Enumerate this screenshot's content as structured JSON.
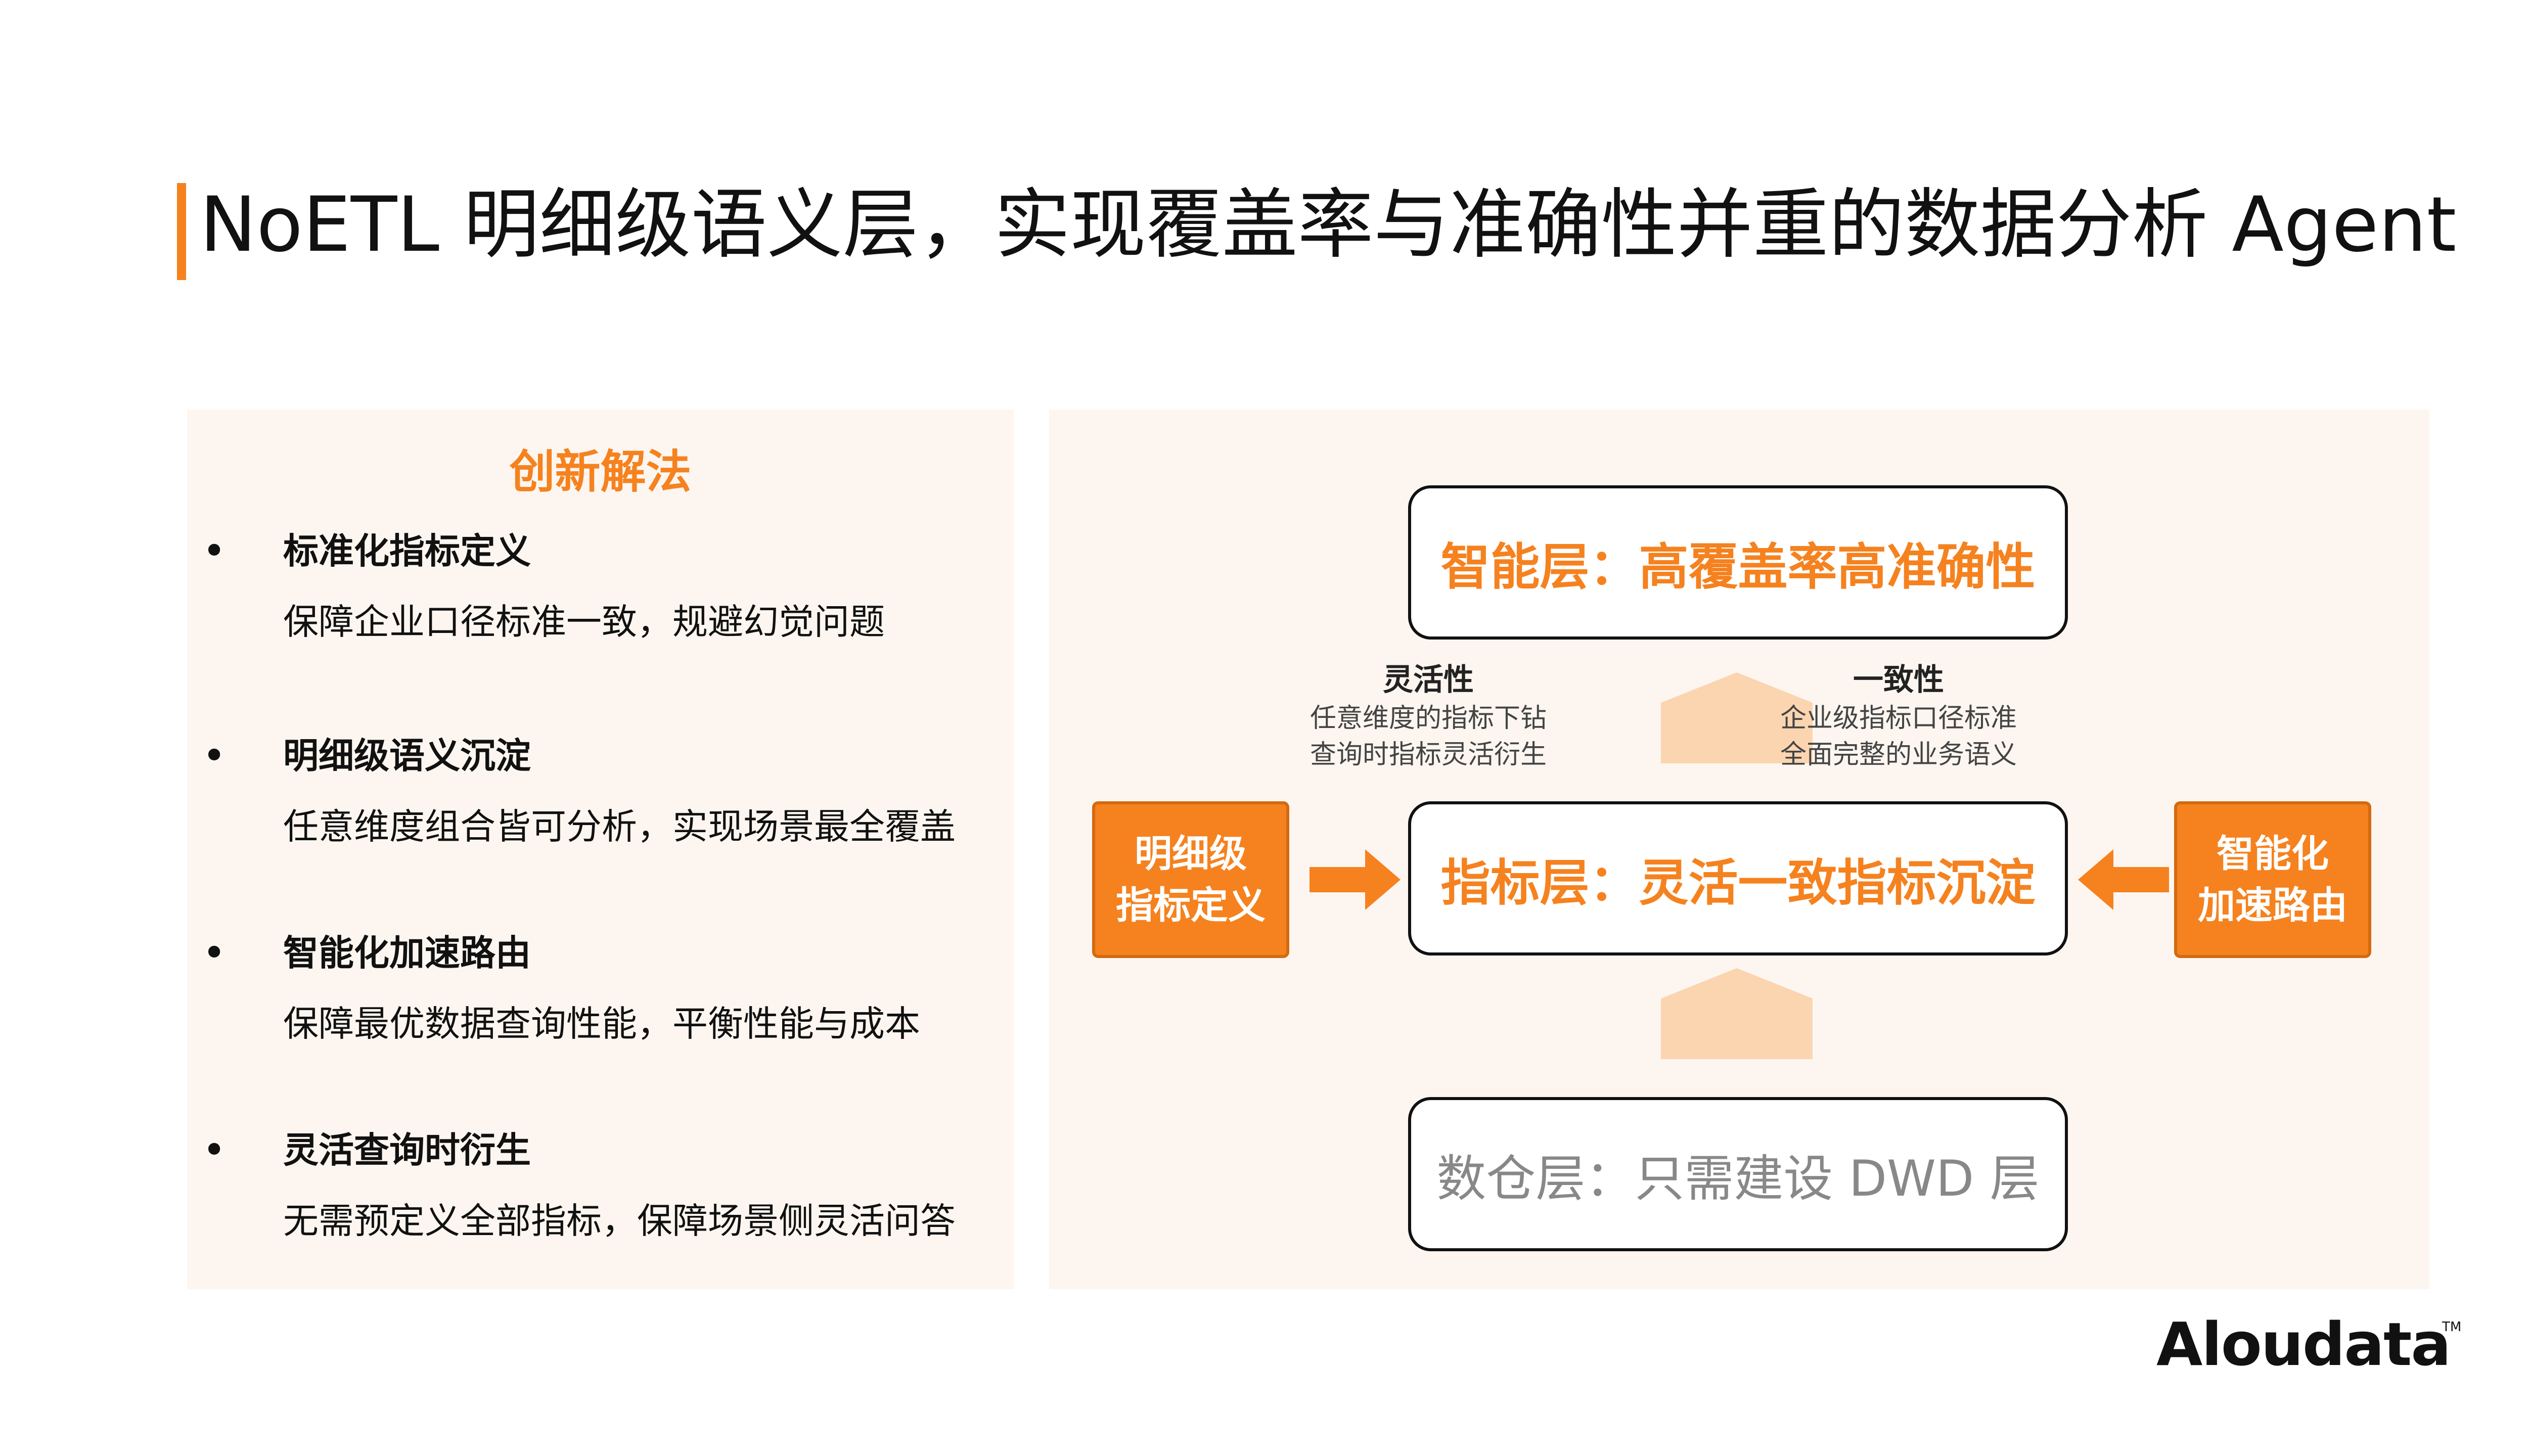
{
  "header": {
    "title": "NoETL 明细级语义层，实现覆盖率与准确性并重的数据分析 Agent",
    "accent_color": "#f5821f"
  },
  "left_panel": {
    "heading": "创新解法",
    "bullet_glyph": "•",
    "items": [
      {
        "title": "标准化指标定义",
        "desc": "保障企业口径标准一致，规避幻觉问题"
      },
      {
        "title": "明细级语义沉淀",
        "desc": "任意维度组合皆可分析，实现场景最全覆盖"
      },
      {
        "title": "智能化加速路由",
        "desc": "保障最优数据查询性能，平衡性能与成本"
      },
      {
        "title": "灵活查询时衍生",
        "desc": "无需预定义全部指标，保障场景侧灵活问答"
      }
    ]
  },
  "diagram": {
    "layers": {
      "top": "智能层：高覆盖率高准确性",
      "middle": "指标层：灵活一致指标沉淀",
      "bottom": "数仓层：只需建设 DWD 层"
    },
    "left_note": {
      "title": "灵活性",
      "lines": [
        "任意维度的指标下钻",
        "查询时指标灵活衍生"
      ]
    },
    "right_note": {
      "title": "一致性",
      "lines": [
        "企业级指标口径标准",
        "全面完整的业务语义"
      ]
    },
    "left_input": {
      "lines": [
        "明细级",
        "指标定义"
      ]
    },
    "right_input": {
      "lines": [
        "智能化",
        "加速路由"
      ]
    },
    "colors": {
      "arrow_light": "#fbd5b0",
      "arrow_orange": "#f5821f",
      "panel_bg": "#fdf6f0"
    }
  },
  "brand": {
    "logo_text": "Aloudata",
    "trademark": "TM"
  }
}
